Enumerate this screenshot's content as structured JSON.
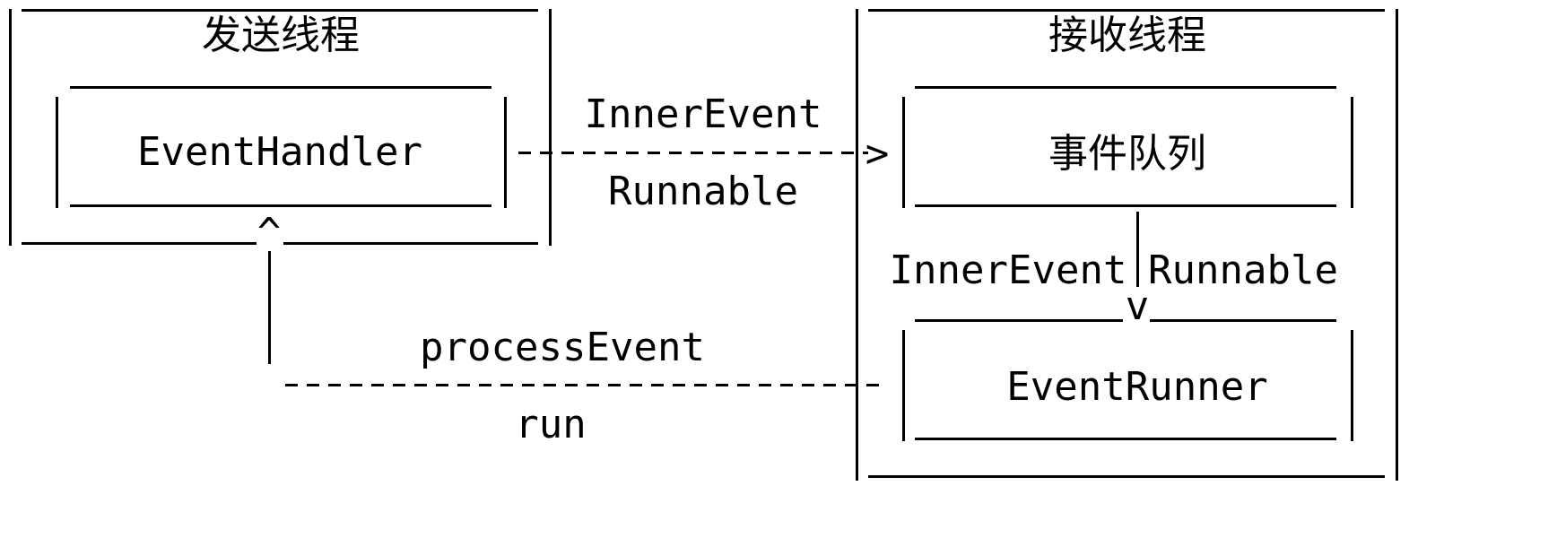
{
  "send_thread": {
    "title": "发送线程",
    "handler_label": "EventHandler"
  },
  "receive_thread": {
    "title": "接收线程",
    "queue_label": "事件队列",
    "runner_label": "EventRunner"
  },
  "send_arrow": {
    "top_label": "InnerEvent",
    "bottom_label": "Runnable"
  },
  "queue_to_runner": {
    "left_label": "InnerEvent",
    "right_label": "Runnable"
  },
  "return_arrow": {
    "top_label": "processEvent",
    "bottom_label": "run"
  },
  "arrow_glyphs": {
    "right": ">",
    "up": "^",
    "down": "v"
  }
}
